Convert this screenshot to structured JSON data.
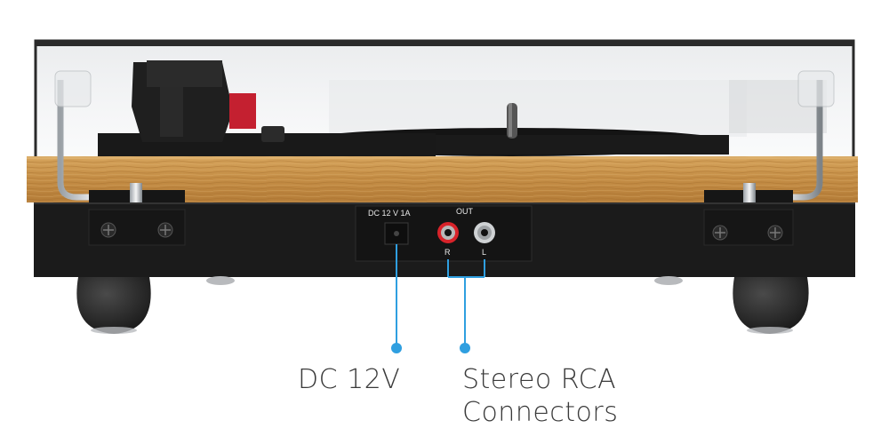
{
  "panel": {
    "power_label": "DC 12 V 1A",
    "out_label": "OUT",
    "right_label": "R",
    "left_label": "L"
  },
  "callouts": {
    "dc_label": "DC 12V",
    "rca_label_line1": "Stereo RCA",
    "rca_label_line2": "Connectors"
  },
  "colors": {
    "callout_accent": "#2f9fe0",
    "wood_plinth": "#c9954c",
    "body": "#1b1b1b",
    "right_jack": "#d8232a"
  }
}
